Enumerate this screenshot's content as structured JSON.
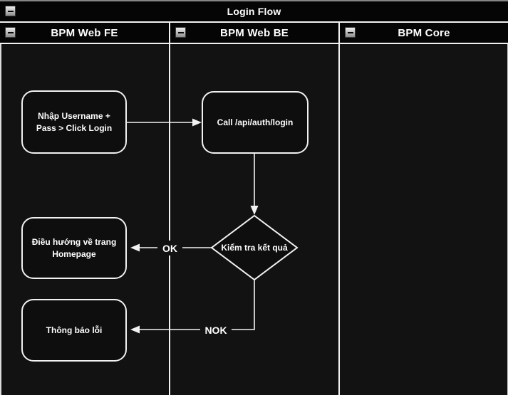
{
  "title_bar": {
    "title": "Login Flow"
  },
  "lanes": [
    {
      "label": "BPM Web FE"
    },
    {
      "label": "BPM Web BE"
    },
    {
      "label": "BPM Core"
    }
  ],
  "nodes": {
    "enter_credentials": {
      "label": "Nhập Username + Pass > Click Login"
    },
    "call_api": {
      "label": "Call /api/auth/login"
    },
    "check_result": {
      "label": "Kiểm tra kết quả"
    },
    "navigate_homepage": {
      "label": "Điều hướng về trang Homepage"
    },
    "error_message": {
      "label": "Thông báo lỗi"
    }
  },
  "edge_labels": {
    "ok": "OK",
    "nok": "NOK"
  },
  "icons": {
    "collapse": "minus-icon"
  },
  "colors": {
    "lane_background": "#121212",
    "header_background": "#050505",
    "stroke": "#f2f2f2",
    "text": "#ffffff",
    "collapse_button": "#bdbdbd",
    "top_strip": "#858585"
  }
}
